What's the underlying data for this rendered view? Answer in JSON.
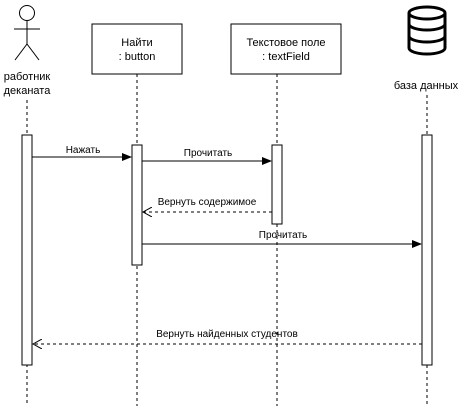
{
  "participants": {
    "actor": {
      "label_line1": "работник",
      "label_line2": "деканата",
      "icon": "stick-figure-actor"
    },
    "button": {
      "label_line1": "Найти",
      "label_line2": ": button"
    },
    "textfield": {
      "label_line1": "Текстовое поле",
      "label_line2": ": textField"
    },
    "database": {
      "label": "база данных",
      "icon": "database-cylinder"
    }
  },
  "messages": {
    "m1": "Нажать",
    "m2": "Прочитать",
    "m3": "Вернуть содержимое",
    "m4": "Прочитать",
    "m5": "Вернуть  найденных студентов"
  },
  "colors": {
    "stroke": "#000000",
    "background": "#ffffff"
  }
}
